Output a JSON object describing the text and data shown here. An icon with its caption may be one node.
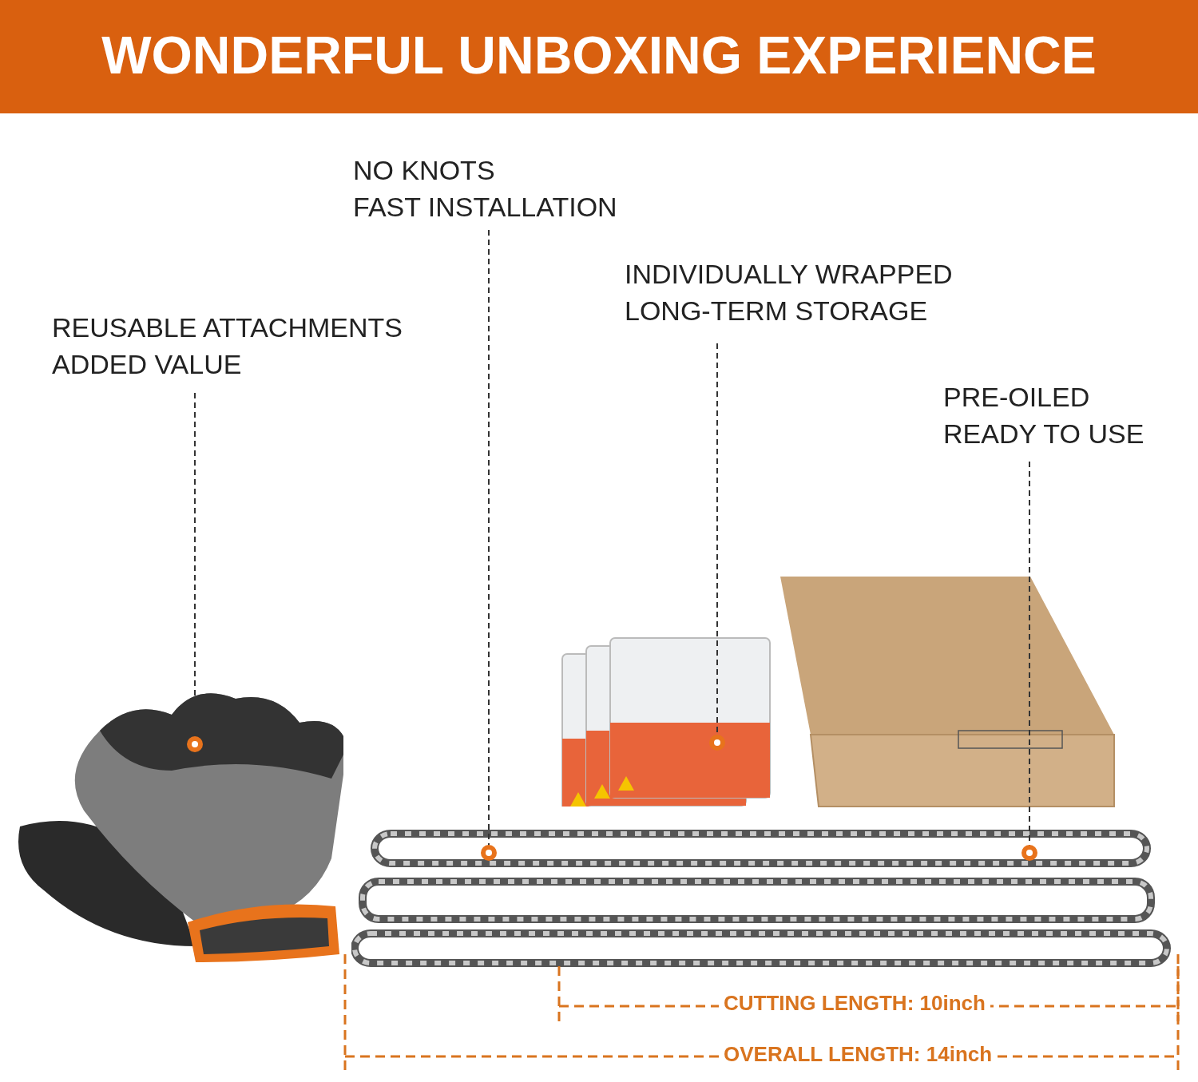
{
  "diagram": {
    "title": "WONDERFUL UNBOXING EXPERIENCE",
    "nodes": [
      {
        "text": [
          "REUSABLE ATTACHMENTS",
          "ADDED VALUE"
        ]
      },
      {
        "text": [
          "NO KNOTS",
          "FAST INSTALLATION"
        ]
      },
      {
        "text": [
          "INDIVIDUALLY WRAPPED",
          "LONG-TERM STORAGE"
        ]
      },
      {
        "text": [
          "PRE-OILED",
          "READY TO USE"
        ]
      },
      {
        "text": [],
        "shape": "picture"
      },
      {
        "text": [],
        "shape": "picture"
      },
      {
        "text": [],
        "shape": "picture"
      },
      {
        "text": [],
        "shape": "picture"
      }
    ],
    "edges": [
      {
        "from": 0,
        "to": 4,
        "arrow": "other",
        "style": "dashed"
      },
      {
        "from": 1,
        "to": 5,
        "arrow": "other",
        "style": "dashed"
      },
      {
        "from": 2,
        "to": 6,
        "arrow": "other",
        "style": "dashed"
      },
      {
        "from": 3,
        "to": 5,
        "arrow": "other",
        "style": "dashed"
      }
    ],
    "labels": [
      "CUTTING LENGTH: 10inch",
      "OVERALL LENGTH: 14inch"
    ]
  }
}
